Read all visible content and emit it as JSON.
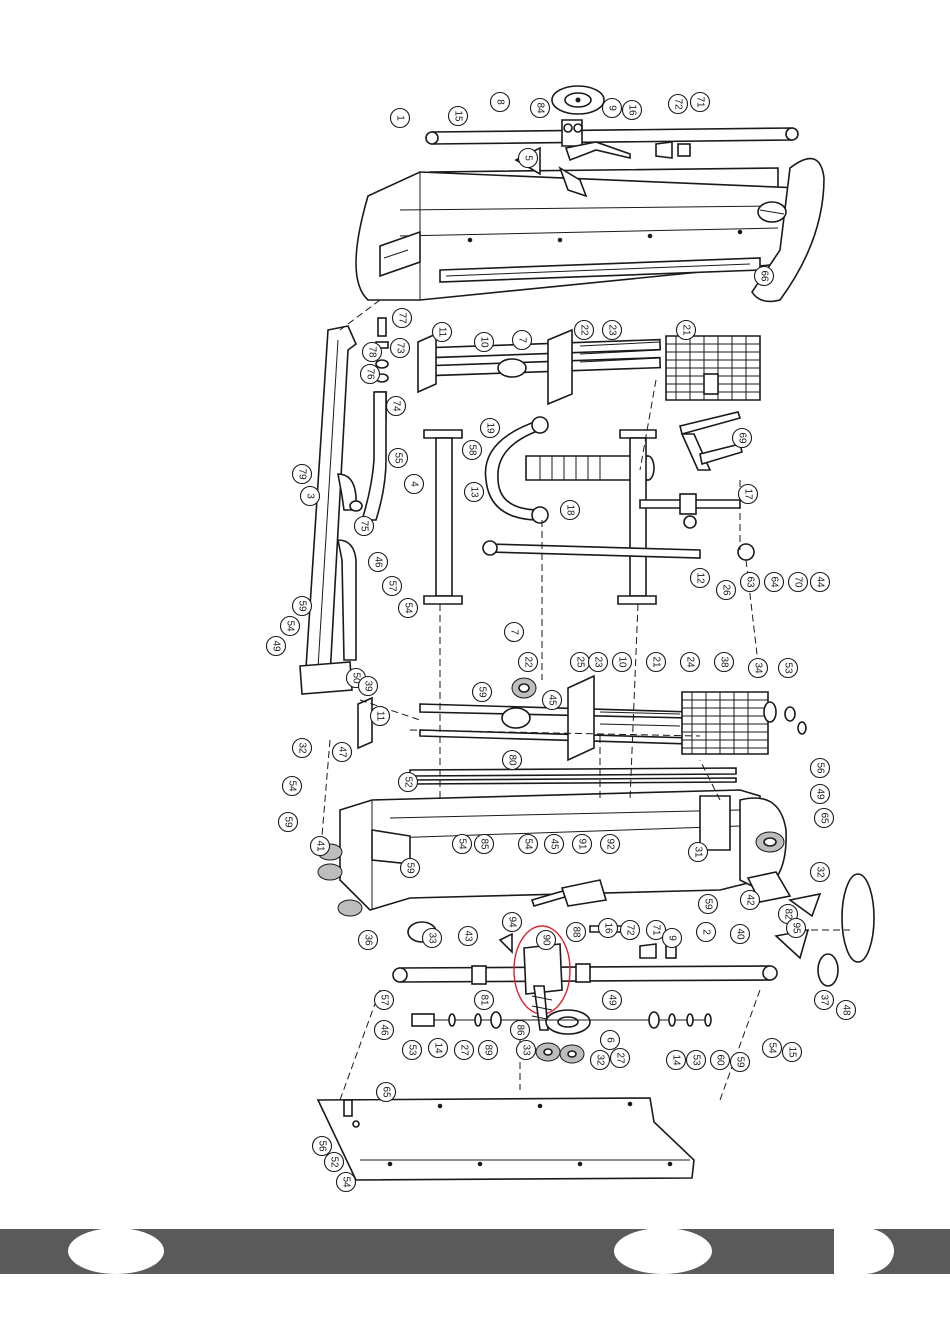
{
  "diagram": {
    "view": "exploded-assembly",
    "callout_labels": [
      "1",
      "15",
      "8",
      "84",
      "9",
      "16",
      "72",
      "71",
      "5",
      "66",
      "77",
      "78",
      "73",
      "76",
      "74",
      "11",
      "10",
      "7",
      "22",
      "23",
      "21",
      "79",
      "3",
      "55",
      "75",
      "19",
      "18",
      "69",
      "4",
      "58",
      "13",
      "17",
      "46",
      "57",
      "54",
      "12",
      "26",
      "63",
      "64",
      "70",
      "44",
      "45",
      "7",
      "22",
      "25",
      "23",
      "10",
      "21",
      "24",
      "38",
      "34",
      "53",
      "50",
      "39",
      "11",
      "47",
      "59",
      "80",
      "52",
      "56",
      "49",
      "65",
      "31",
      "32",
      "41",
      "59",
      "54",
      "85",
      "54",
      "45",
      "91",
      "92",
      "94",
      "90",
      "88",
      "16",
      "72",
      "71",
      "9",
      "2",
      "59",
      "42",
      "40",
      "43",
      "36",
      "33",
      "81",
      "82",
      "95",
      "37",
      "48",
      "53",
      "14",
      "27",
      "89",
      "86",
      "33",
      "49",
      "6",
      "32",
      "27",
      "14",
      "53",
      "60",
      "59",
      "54",
      "15",
      "65",
      "56",
      "52",
      "54",
      "57",
      "46",
      "49",
      "54",
      "59",
      "32",
      "54",
      "59"
    ],
    "highlight_color": "#d9232d",
    "footer_color": "#5a5a5a"
  }
}
